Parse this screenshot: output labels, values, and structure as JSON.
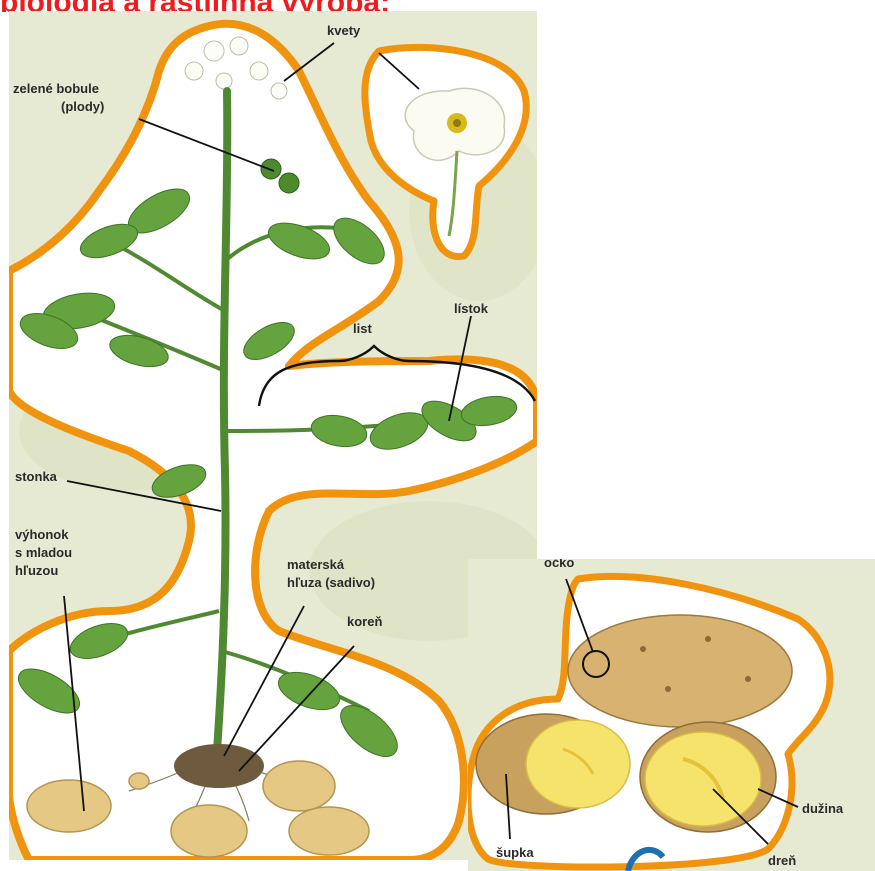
{
  "title": "biológia a rastlinná výroba:",
  "plant_labels": {
    "kvety": "kvety",
    "bobule_line1": "zelené bobule",
    "bobule_line2": "(plody)",
    "listok": "lístok",
    "list": "list",
    "stonka": "stonka",
    "vyhonok_line1": "výhonok",
    "vyhonok_line2": "s mladou",
    "vyhonok_line3": "hľuzou",
    "materska_line1": "materská",
    "materska_line2": "hľuza (sadivo)",
    "koren": "koreň"
  },
  "tuber_labels": {
    "ocko": "očko",
    "supka": "šupka",
    "duzina": "dužina",
    "dren": "dreň"
  },
  "colors": {
    "title": "#ee1c1c",
    "outline": "#f0940f",
    "background": "#e8ebd6",
    "leaf": "#5f9e3a",
    "potato": "#e3c27c",
    "flesh": "#f7e46a"
  }
}
